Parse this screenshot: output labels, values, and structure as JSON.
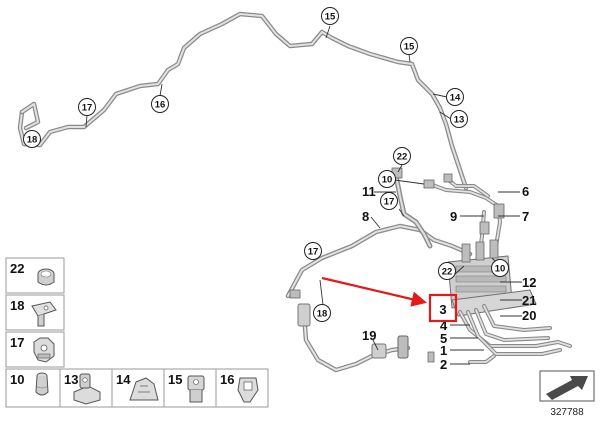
{
  "callouts": {
    "c15a": "15",
    "c15b": "15",
    "c14": "14",
    "c13": "13",
    "c16": "16",
    "c17a": "17",
    "c18a": "18",
    "c22a": "22",
    "c10a": "10",
    "c17b": "17",
    "c17c": "17",
    "c18b": "18",
    "c22b": "22",
    "c10b": "10"
  },
  "labels": {
    "l11": "11",
    "l8": "8",
    "l6": "6",
    "l9": "9",
    "l7": "7",
    "l12": "12",
    "l21": "21",
    "l20": "20",
    "l4": "4",
    "l5": "5",
    "l1": "1",
    "l2": "2",
    "l19": "19"
  },
  "highlight": {
    "part": "3",
    "color": "#e21a1a"
  },
  "legend": {
    "items": [
      {
        "label": "22",
        "icon": "band-clamp-icon"
      },
      {
        "label": "18",
        "icon": "bracket-clip-icon"
      },
      {
        "label": "17",
        "icon": "pipe-clip-icon"
      },
      {
        "label": "10",
        "icon": "grommet-icon"
      },
      {
        "label": "13",
        "icon": "double-clip-icon"
      },
      {
        "label": "14",
        "icon": "spring-clip-icon"
      },
      {
        "label": "15",
        "icon": "holder-clip-icon"
      },
      {
        "label": "16",
        "icon": "retainer-clip-icon"
      }
    ]
  },
  "reference_number": "327788",
  "colors": {
    "pipe": "#8f8f8f",
    "pipe_light": "#d6d6d6",
    "arrow": "#e21a1a"
  }
}
